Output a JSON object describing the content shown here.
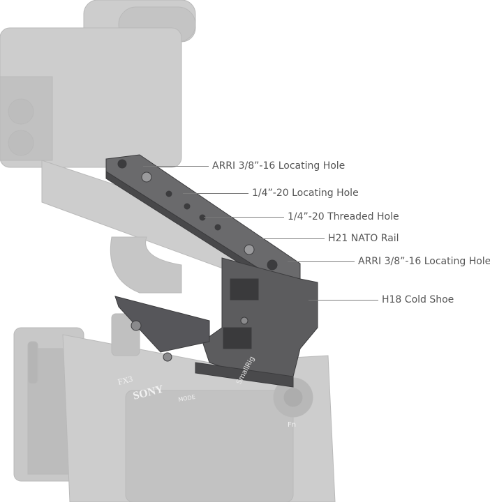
{
  "product_markings": {
    "camera_brand": "SONY",
    "camera_model": "FX3",
    "accessory_brand": "SmallRig",
    "mode_button": "MODE",
    "fn_button": "Fn"
  },
  "callouts": [
    {
      "label": "ARRI 3/8”-16 Locating Hole"
    },
    {
      "label": "1/4”-20 Locating Hole"
    },
    {
      "label": "1/4”-20 Threaded Hole"
    },
    {
      "label": "H21 NATO Rail"
    },
    {
      "label": "ARRI 3/8”-16 Locating Hole"
    },
    {
      "label": "H18 Cold Shoe"
    }
  ],
  "colors": {
    "camera_body": "#c9c9c9",
    "handle_metal": "#5a5a5c",
    "label_text": "#555555",
    "leader_line": "#7a7a7a"
  }
}
